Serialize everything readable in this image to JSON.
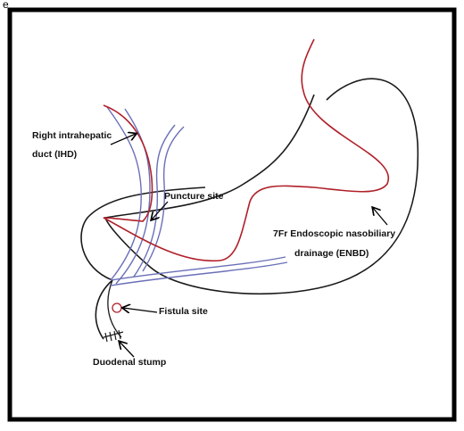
{
  "panel_letter": "e",
  "labels": {
    "right_ihd_line1": "Right intrahepatic",
    "right_ihd_line2": "duct (IHD)",
    "puncture_site": "Puncture site",
    "enbd_line1": "7Fr Endoscopic nasobiliary",
    "enbd_line2": "drainage (ENBD)",
    "fistula_site": "Fistula site",
    "duodenal_stump": "Duodenal stump"
  },
  "colors": {
    "frame": "#000000",
    "stomach_outline": "#1a1a1a",
    "bile_duct": "#6a6fb8",
    "drainage_tube": "#b0202a",
    "arrow": "#000000"
  }
}
